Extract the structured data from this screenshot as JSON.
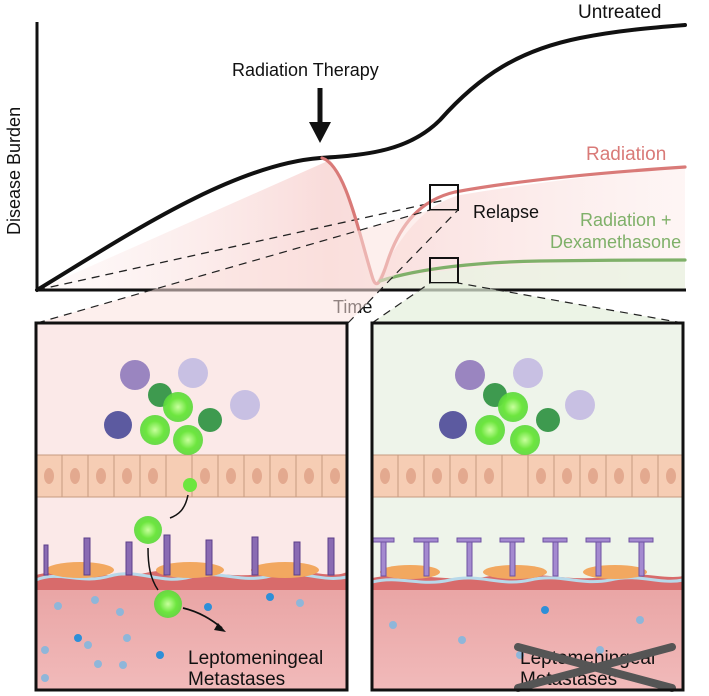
{
  "axes": {
    "ylabel": "Disease Burden",
    "xlabel": "Time"
  },
  "labels": {
    "untreated": "Untreated",
    "radiation_therapy": "Radiation Therapy",
    "radiation": "Radiation",
    "relapse": "Relapse",
    "rad_dex_line1": "Radiation +",
    "rad_dex_line2": "Dexamethasone"
  },
  "panels": {
    "left": {
      "label_line1": "Leptomeningeal",
      "label_line2": "Metastases",
      "crossed_out": false
    },
    "right": {
      "label_line1": "Leptomeningeal",
      "label_line2": "Metastases",
      "crossed_out": true
    }
  },
  "colors": {
    "untreated_curve": "#111111",
    "radiation_curve": "#d97a78",
    "dexamethasone_curve": "#7fb069",
    "left_panel_bg": "#fbe9e8",
    "right_panel_bg": "#eef4ea",
    "tumor_cell": "#6de63f",
    "epithelium": "#f6cdb4",
    "meninges": "#e8a5a2",
    "pia_cells": "#8a6bb3"
  }
}
